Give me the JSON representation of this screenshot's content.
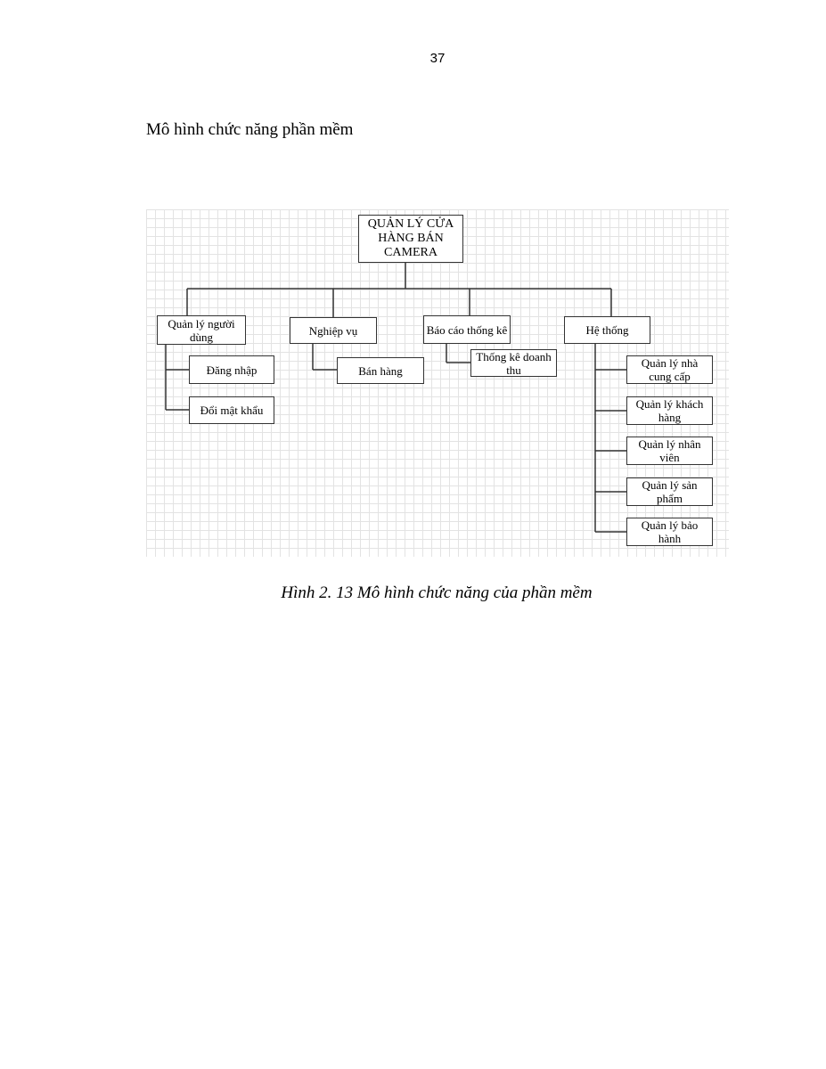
{
  "page": {
    "number": "37",
    "heading": "Mô hình chức năng phần mềm",
    "caption": "Hình 2. 13 Mô hình chức năng của phần mềm"
  },
  "diagram": {
    "root": "QUẢN LÝ CỬA HÀNG BÁN CAMERA",
    "groups": [
      {
        "label": "Quản lý người dùng",
        "children": [
          "Đăng nhập",
          "Đổi mật khẩu"
        ]
      },
      {
        "label": "Nghiệp vụ",
        "children": [
          "Bán hàng"
        ]
      },
      {
        "label": "Báo cáo thống kê",
        "children": [
          "Thống kê doanh thu"
        ]
      },
      {
        "label": "Hệ thống",
        "children": [
          "Quản lý nhà cung cấp",
          "Quản lý khách hàng",
          "Quản lý nhân viên",
          "Quản lý sản phẩm",
          "Quản lý bảo hành"
        ]
      }
    ]
  }
}
